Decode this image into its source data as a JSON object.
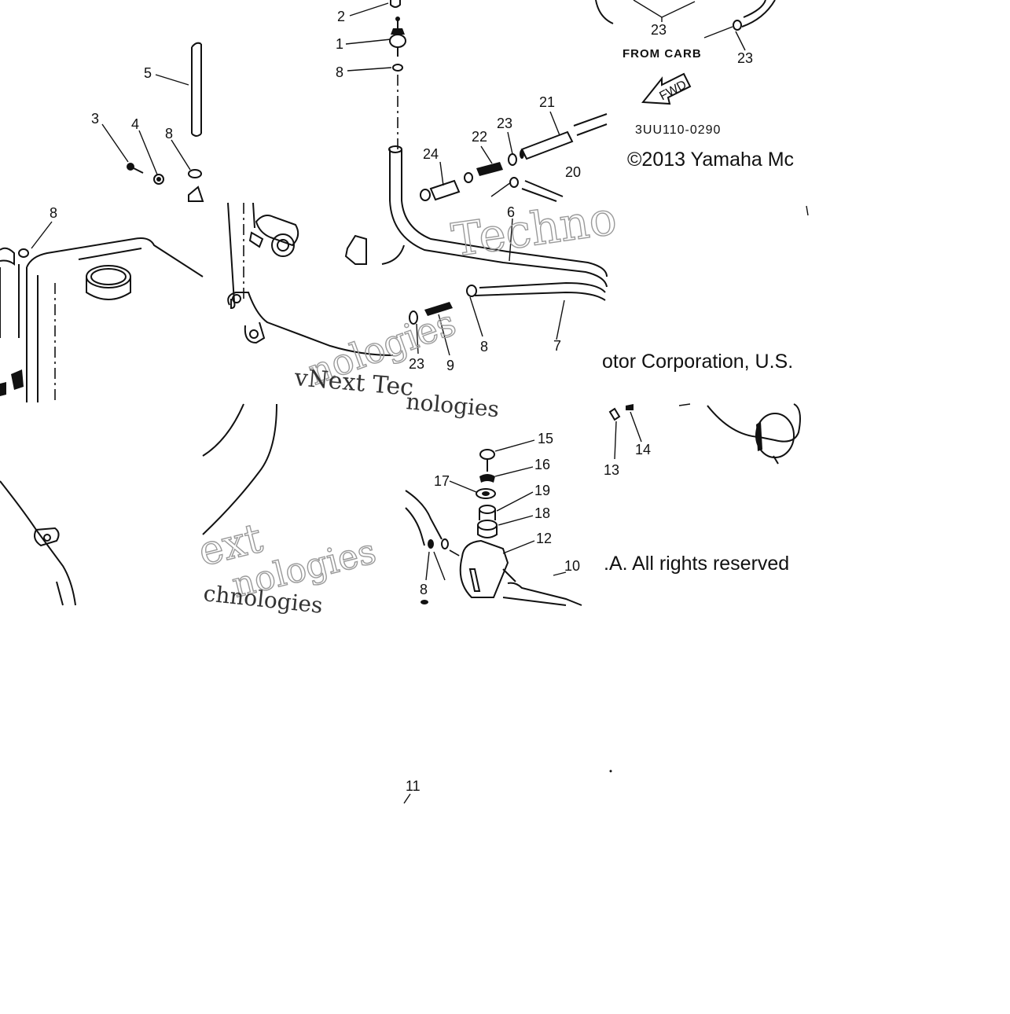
{
  "diagram": {
    "callouts": [
      "1",
      "2",
      "3",
      "4",
      "5",
      "6",
      "7",
      "8",
      "9",
      "10",
      "11",
      "12",
      "13",
      "14",
      "15",
      "16",
      "17",
      "18",
      "19",
      "20",
      "21",
      "22",
      "23",
      "24"
    ],
    "from_carb_label": "FROM CARB",
    "fwd_label": "FWD",
    "part_code": "3UU110-0290",
    "copyright_line1": "©2013 Yamaha Mc",
    "copyright_line2": "otor Corporation, U.S.",
    "copyright_line3": ".A. All rights reserved",
    "watermark_a": "vNext Tec",
    "watermark_b": "nologies",
    "watermark_c": "Techno",
    "watermark_d": "ext",
    "watermark_e": "chnologies"
  }
}
